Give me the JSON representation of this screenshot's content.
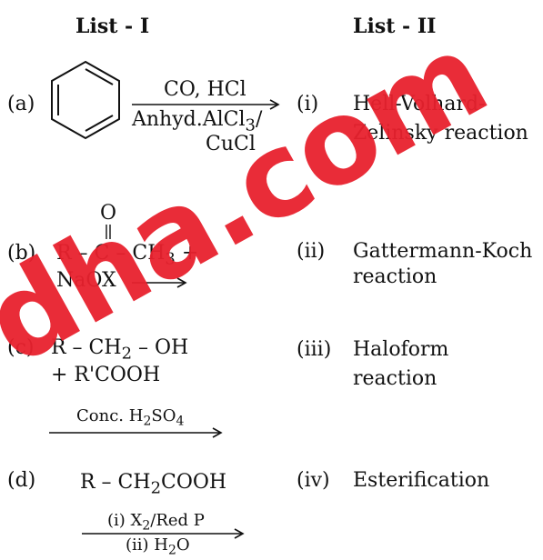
{
  "headers": {
    "list1": "List - I",
    "list2": "List - II"
  },
  "items": {
    "a": {
      "label": "(a)",
      "arrow_top": "CO, HCl",
      "arrow_bottom_1": "Anhyd.AlCl",
      "arrow_bottom_1_sub": "3",
      "arrow_bottom_1_tail": "/",
      "arrow_bottom_2": "CuCl"
    },
    "b": {
      "label": "(b)",
      "carbonyl_o": "O",
      "line1": "R – C – CH",
      "line1_sub": "3",
      "line1_tail": " +",
      "line2": "NaOX"
    },
    "c": {
      "label": "(c)",
      "line1": "R – CH",
      "line1_sub": "2",
      "line1_tail": " – OH",
      "line2": "+ R'COOH",
      "arrow_top": "Conc. H",
      "arrow_top_sub1": "2",
      "arrow_top_mid": "SO",
      "arrow_top_sub2": "4"
    },
    "d": {
      "label": "(d)",
      "formula": "R – CH",
      "formula_sub": "2",
      "formula_tail": "COOH",
      "arrow_top": "(i) X",
      "arrow_top_sub": "2",
      "arrow_top_tail": "/Red P",
      "arrow_bottom": "(ii) H",
      "arrow_bottom_sub": "2",
      "arrow_bottom_tail": "O"
    }
  },
  "list2": [
    {
      "num": "(i)",
      "line1": "Hell-Volhard-",
      "line2": "Zelinsky reaction"
    },
    {
      "num": "(ii)",
      "line1": "Gattermann-Koch",
      "line2": "reaction"
    },
    {
      "num": "(iii)",
      "line1": "Haloform",
      "line2": "reaction"
    },
    {
      "num": "(iv)",
      "line1": "Esterification",
      "line2": ""
    }
  ],
  "watermark": "dha.com",
  "colors": {
    "watermark": "#e8212e",
    "text": "#111111"
  }
}
